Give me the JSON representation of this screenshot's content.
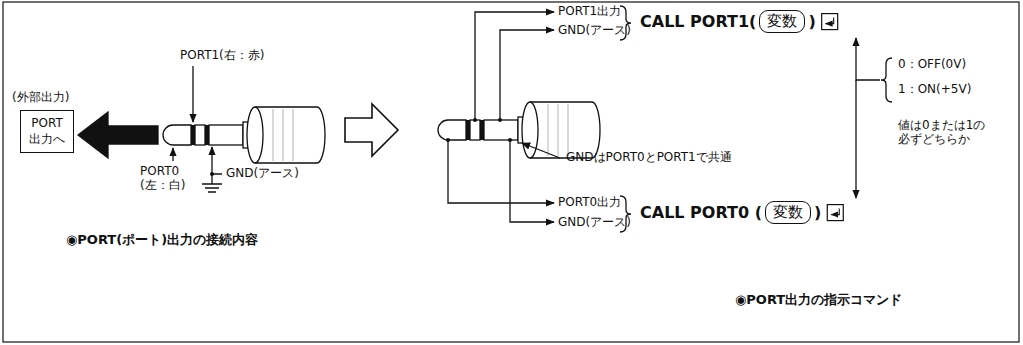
{
  "diagram": {
    "nodes": [
      {
        "text": [
          "PORT 出力へ"
        ]
      },
      {
        "text": [
          "変数"
        ]
      },
      {
        "text": [
          "変数"
        ]
      }
    ],
    "labels": [
      "(外部出力)",
      "PORT1(右：赤)",
      "PORT0 (左：白)",
      "GND(アース)",
      "◉PORT(ポート)出力の接続内容",
      "PORT1出力",
      "GND(アース)",
      "CALL PORT1(",
      ")",
      "GNDはPORT0とPORT1で共通",
      "PORT0出力",
      "GND(アース)",
      "CALL PORT0 (",
      ")",
      "0：OFF(0V)",
      "1：ON(+5V)",
      "値は0または1の 必ずどちらか",
      "◉PORT出力の指示コマンド"
    ]
  }
}
